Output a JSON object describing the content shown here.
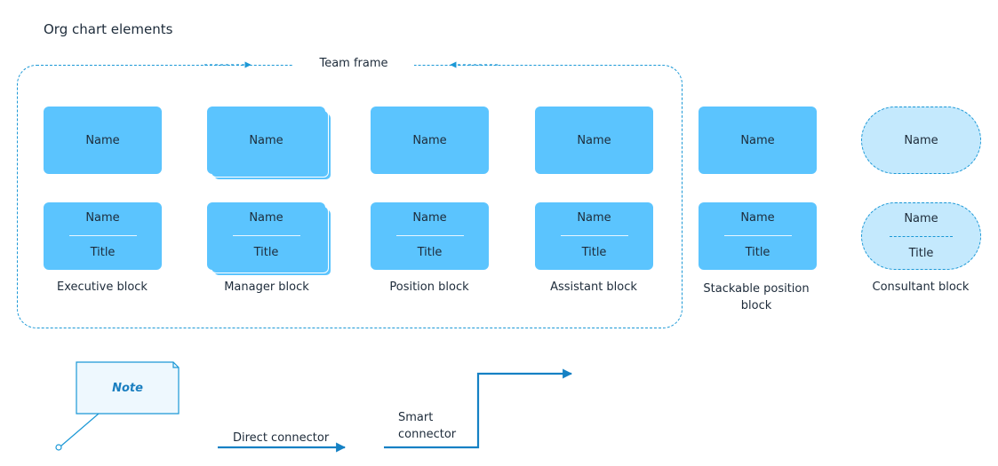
{
  "title": "Org chart elements",
  "team_frame": {
    "label": "Team frame"
  },
  "blocks": [
    {
      "caption": "Executive block",
      "name": "Name",
      "title": "Title"
    },
    {
      "caption": "Manager block",
      "name": "Name",
      "title": "Title"
    },
    {
      "caption": "Position block",
      "name": "Name",
      "title": "Title"
    },
    {
      "caption": "Assistant block",
      "name": "Name",
      "title": "Title"
    },
    {
      "caption": "Stackable position block",
      "name": "Name",
      "title": "Title"
    },
    {
      "caption": "Consultant block",
      "name": "Name",
      "title": "Title"
    }
  ],
  "note": {
    "label": "Note"
  },
  "connectors": {
    "direct": "Direct connector",
    "smart": "Smart connector"
  },
  "colors": {
    "block_fill": "#5bc4fe",
    "consultant_fill": "#c4e9fd",
    "accent_line": "#1b98d6",
    "note_fill": "#eef8fe"
  }
}
